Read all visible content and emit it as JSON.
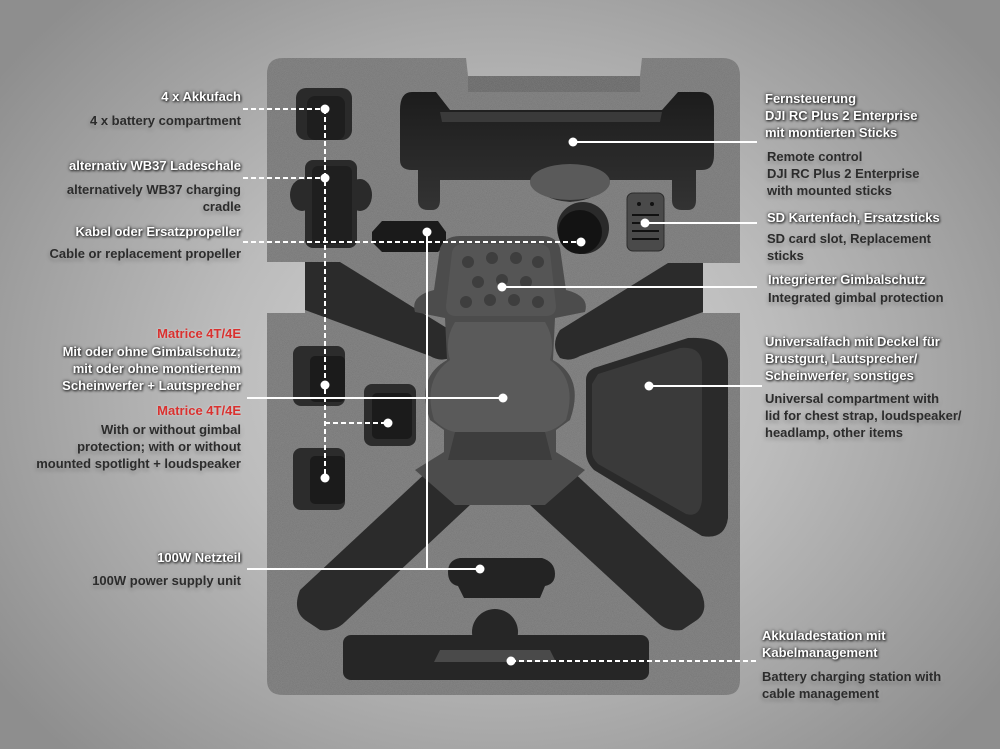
{
  "diagram": {
    "subject": "Foam case insert layout for DJI Matrice 4T/4E",
    "colors": {
      "foam": "#6f6f6f",
      "cavity": "#262626",
      "callout_line": "#ffffff",
      "highlight_red": "#d9312f",
      "label_primary": "#ffffff",
      "label_secondary": "#2c2c2c"
    }
  },
  "labels_left": [
    {
      "id": "battery",
      "de": "4 x Akkufach",
      "en": "4 x battery compartment"
    },
    {
      "id": "wb37",
      "de": "alternativ WB37 Ladeschale",
      "en": "alternatively WB37 charging\ncradle"
    },
    {
      "id": "cable",
      "de": "Kabel oder Ersatzpropeller",
      "en": "Cable or replacement propeller"
    },
    {
      "id": "drone",
      "model": "Matrice 4T/4E",
      "de": "Mit oder ohne Gimbalschutz;\nmit oder ohne montiertenm\nScheinwerfer + Lautsprecher",
      "model_en": "Matrice 4T/4E",
      "en": "With or without gimbal\nprotection; with or without\nmounted spotlight + loudspeaker"
    },
    {
      "id": "psu",
      "de": "100W Netzteil",
      "en": "100W power supply unit"
    }
  ],
  "labels_right": [
    {
      "id": "remote",
      "de": "Fernsteuerung\nDJI RC Plus 2 Enterprise\nmit montierten Sticks",
      "en": "Remote control\nDJI RC Plus 2 Enterprise\nwith mounted sticks"
    },
    {
      "id": "sd",
      "de": "SD Kartenfach, Ersatzsticks",
      "en": "SD card slot, Replacement\nsticks"
    },
    {
      "id": "gimbal",
      "de": "Integrierter Gimbalschutz",
      "en": "Integrated gimbal protection"
    },
    {
      "id": "universal",
      "de": "Universalfach mit Deckel für\nBrustgurt, Lautsprecher/\nScheinwerfer, sonstiges",
      "en": "Universal compartment with\nlid for chest strap, loudspeaker/\nheadlamp, other items"
    },
    {
      "id": "charging",
      "de": "Akkuladestation mit\nKabelmanagement",
      "en": "Battery charging station with\ncable management"
    }
  ]
}
